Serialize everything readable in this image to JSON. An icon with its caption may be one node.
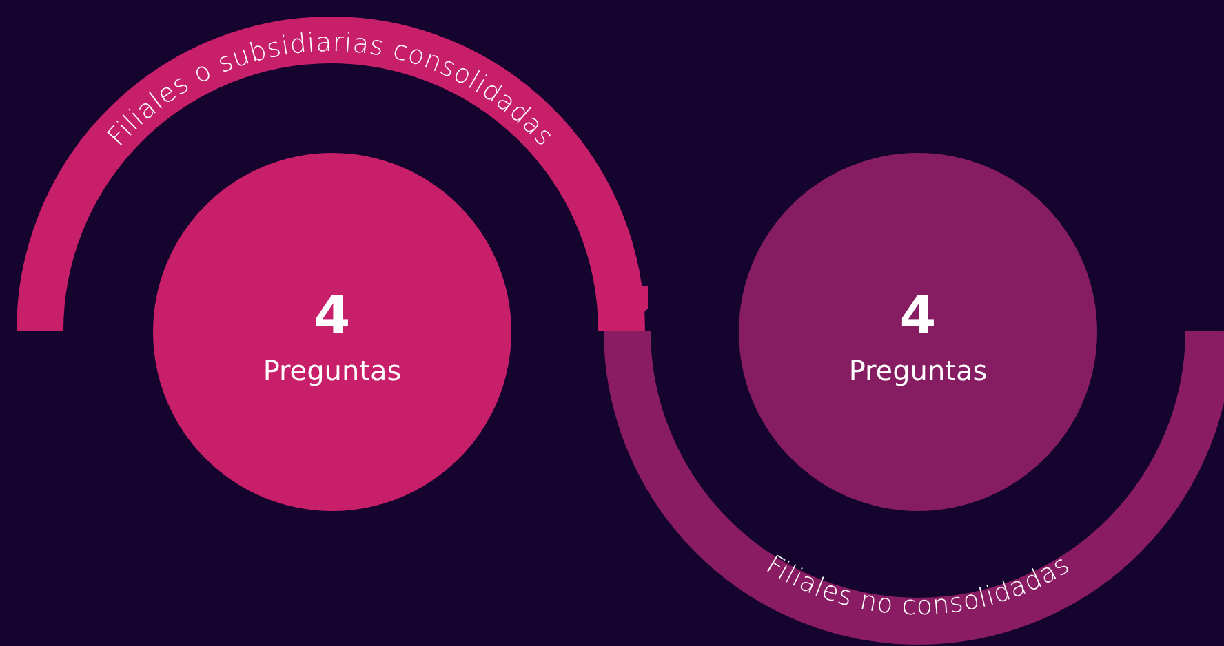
{
  "diagram": {
    "nodes": [
      {
        "text": [
          "Filiales o subsidiarias consolidadas"
        ]
      },
      {
        "text": [
          "4",
          "Preguntas"
        ]
      },
      {
        "text": [
          "Filiales no consolidadas"
        ]
      },
      {
        "text": [
          "4",
          "Preguntas"
        ]
      }
    ]
  }
}
